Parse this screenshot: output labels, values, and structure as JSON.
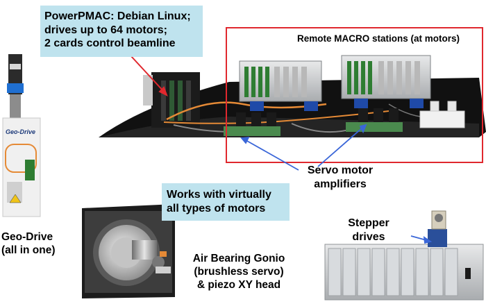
{
  "labels": {
    "powerpmac": [
      "PowerPMAC: Debian Linux;",
      "drives up to 64 motors;",
      "2 cards control beamline"
    ],
    "remote_macro": "Remote MACRO stations (at motors)",
    "servo_amplifiers": [
      "Servo motor",
      "amplifiers"
    ],
    "works_with": [
      "Works with virtually",
      "all types of motors"
    ],
    "stepper": [
      "Stepper",
      "drives"
    ],
    "geo_drive": [
      "Geo-Drive",
      "(all in one)"
    ],
    "air_bearing": [
      "Air Bearing Gonio",
      "(brushless servo)",
      "& piezo XY head"
    ]
  },
  "device_text": {
    "geo_drive_brand": "Geo-Drive"
  },
  "colors": {
    "callout_box": "#bfe3ee",
    "highlight_frame": "#e0282e",
    "arrow_red": "#e0282e",
    "arrow_blue": "#3a66d8"
  }
}
